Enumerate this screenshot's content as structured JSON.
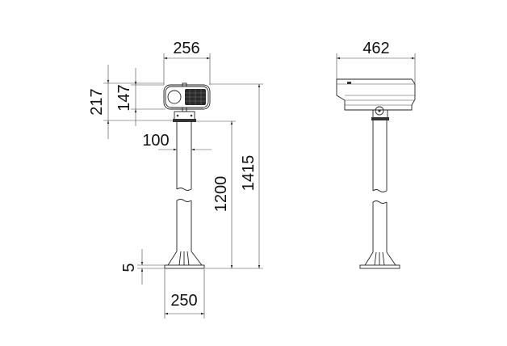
{
  "diagram": {
    "front_view": {
      "head_width": "256",
      "head_height_total": "217",
      "head_height_lamp": "147",
      "pole_diameter": "100",
      "pole_height": "1200",
      "total_height": "1415",
      "base_plate_thickness": "5",
      "base_width": "250"
    },
    "side_view": {
      "head_depth": "462"
    }
  }
}
